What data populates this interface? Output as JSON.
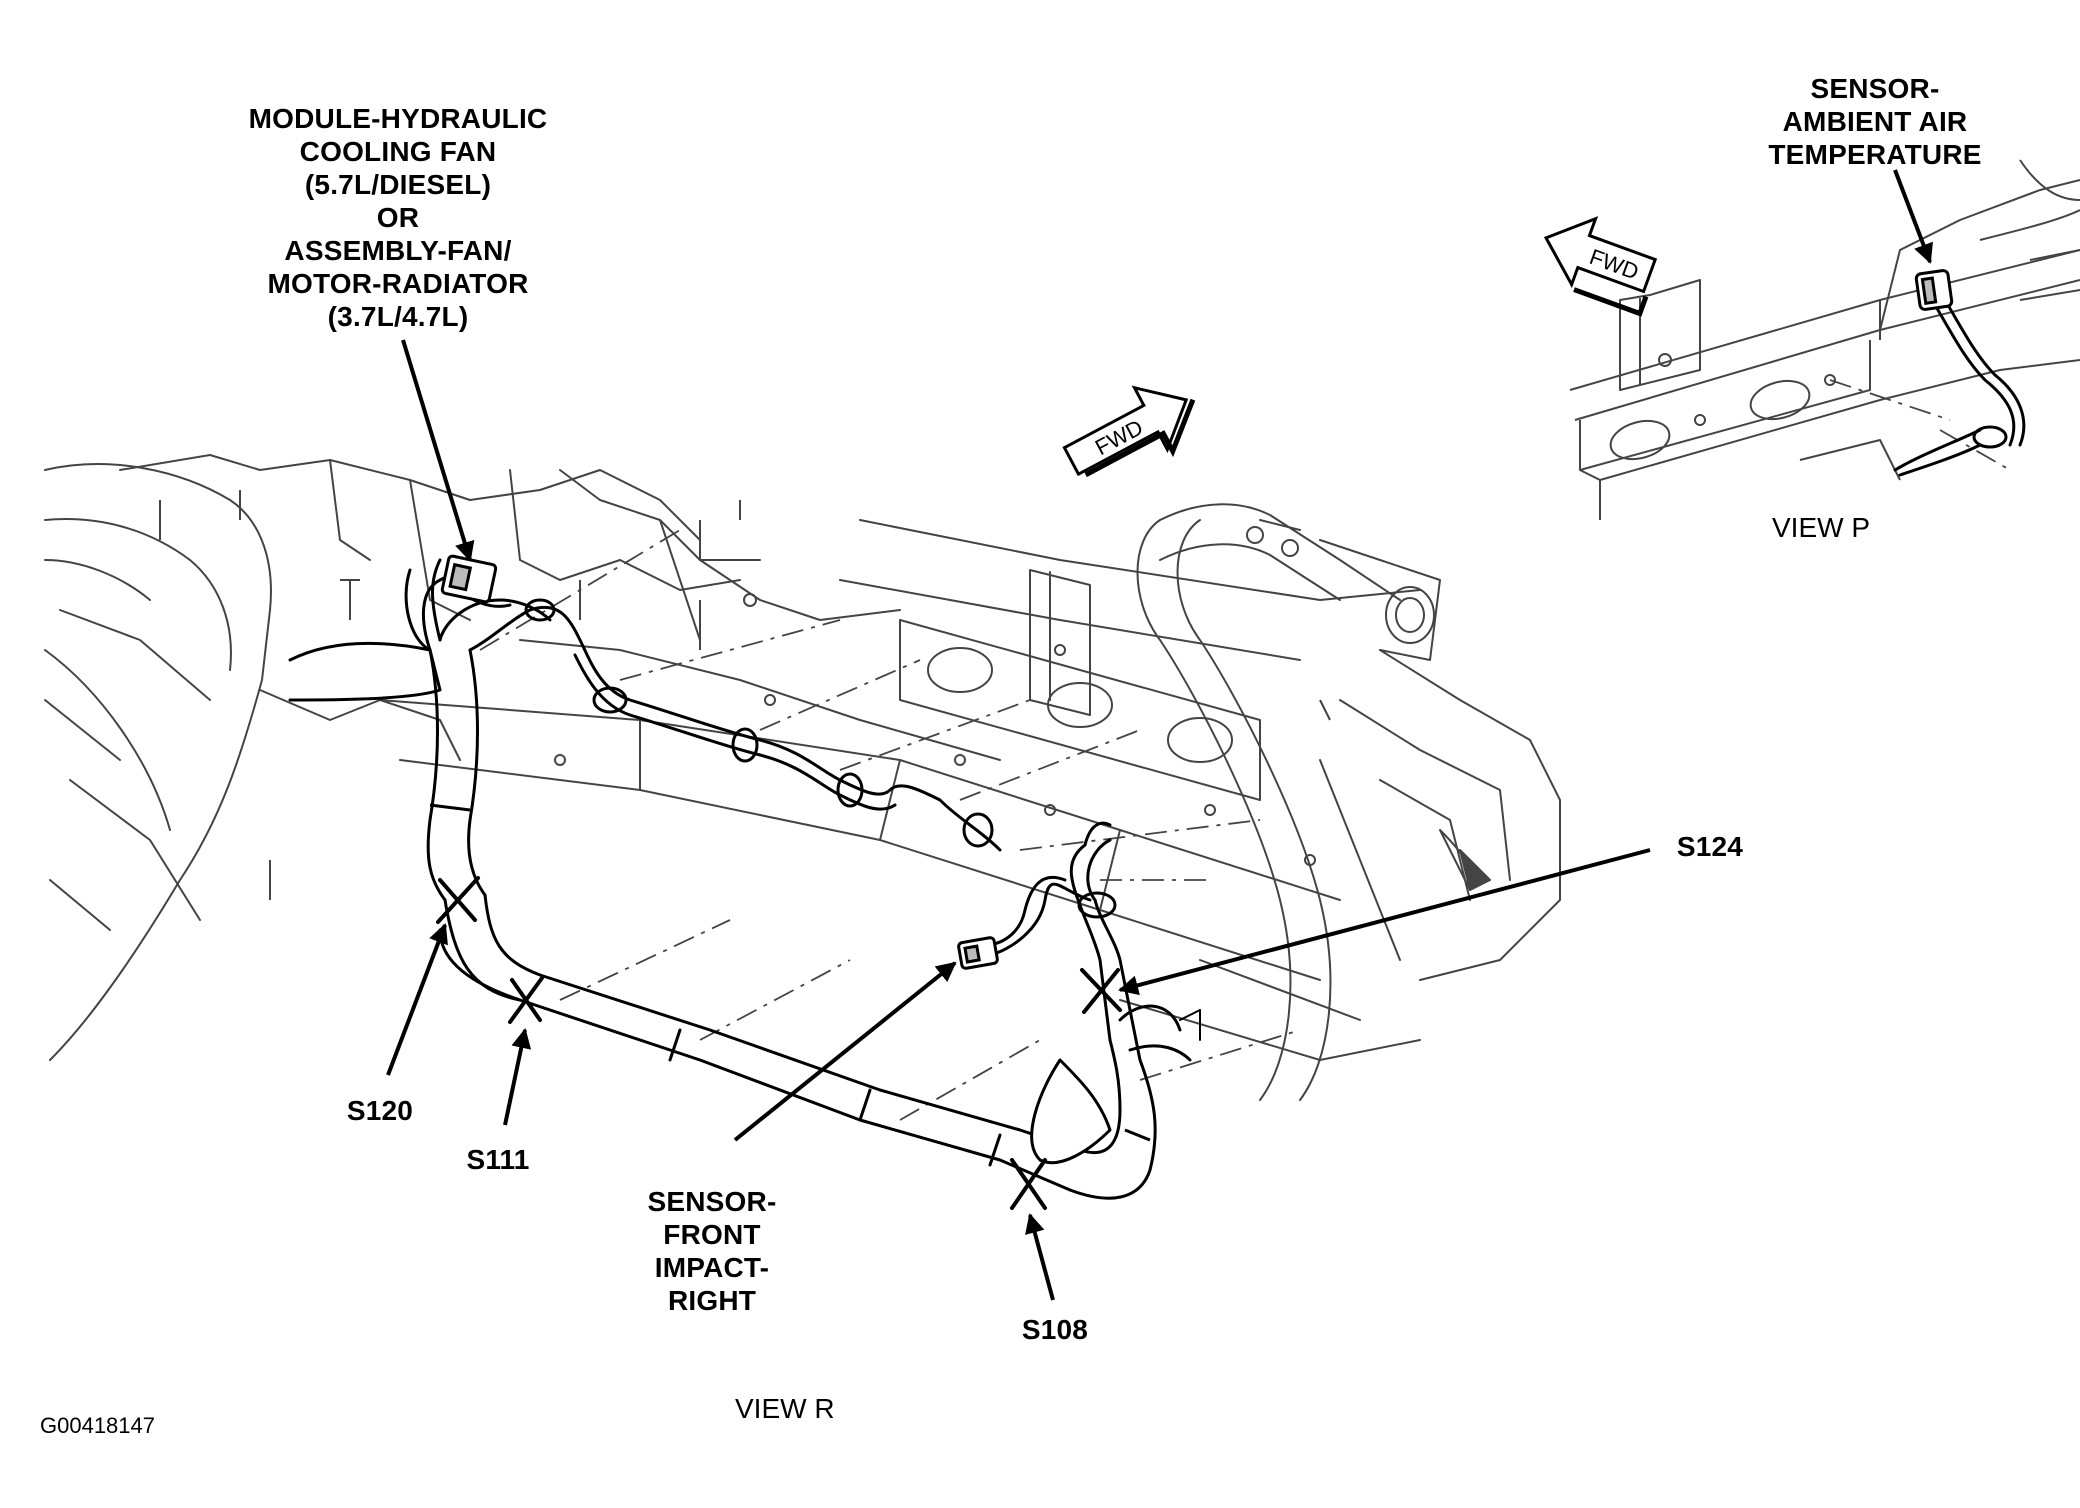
{
  "labels": {
    "module": [
      "MODULE-HYDRAULIC",
      "COOLING FAN",
      "(5.7L/DIESEL)",
      "OR",
      "ASSEMBLY-FAN/",
      "MOTOR-RADIATOR",
      "(3.7L/4.7L)"
    ],
    "ambient": [
      "SENSOR-",
      "AMBIENT AIR",
      "TEMPERATURE"
    ],
    "impact": [
      "SENSOR-",
      "FRONT",
      "IMPACT-",
      "RIGHT"
    ],
    "splices": {
      "s120": "S120",
      "s111": "S111",
      "s108": "S108",
      "s124": "S124"
    },
    "view_p": "VIEW P",
    "view_r": "VIEW R",
    "figure_id": "G00418147",
    "fwd": "FWD"
  }
}
